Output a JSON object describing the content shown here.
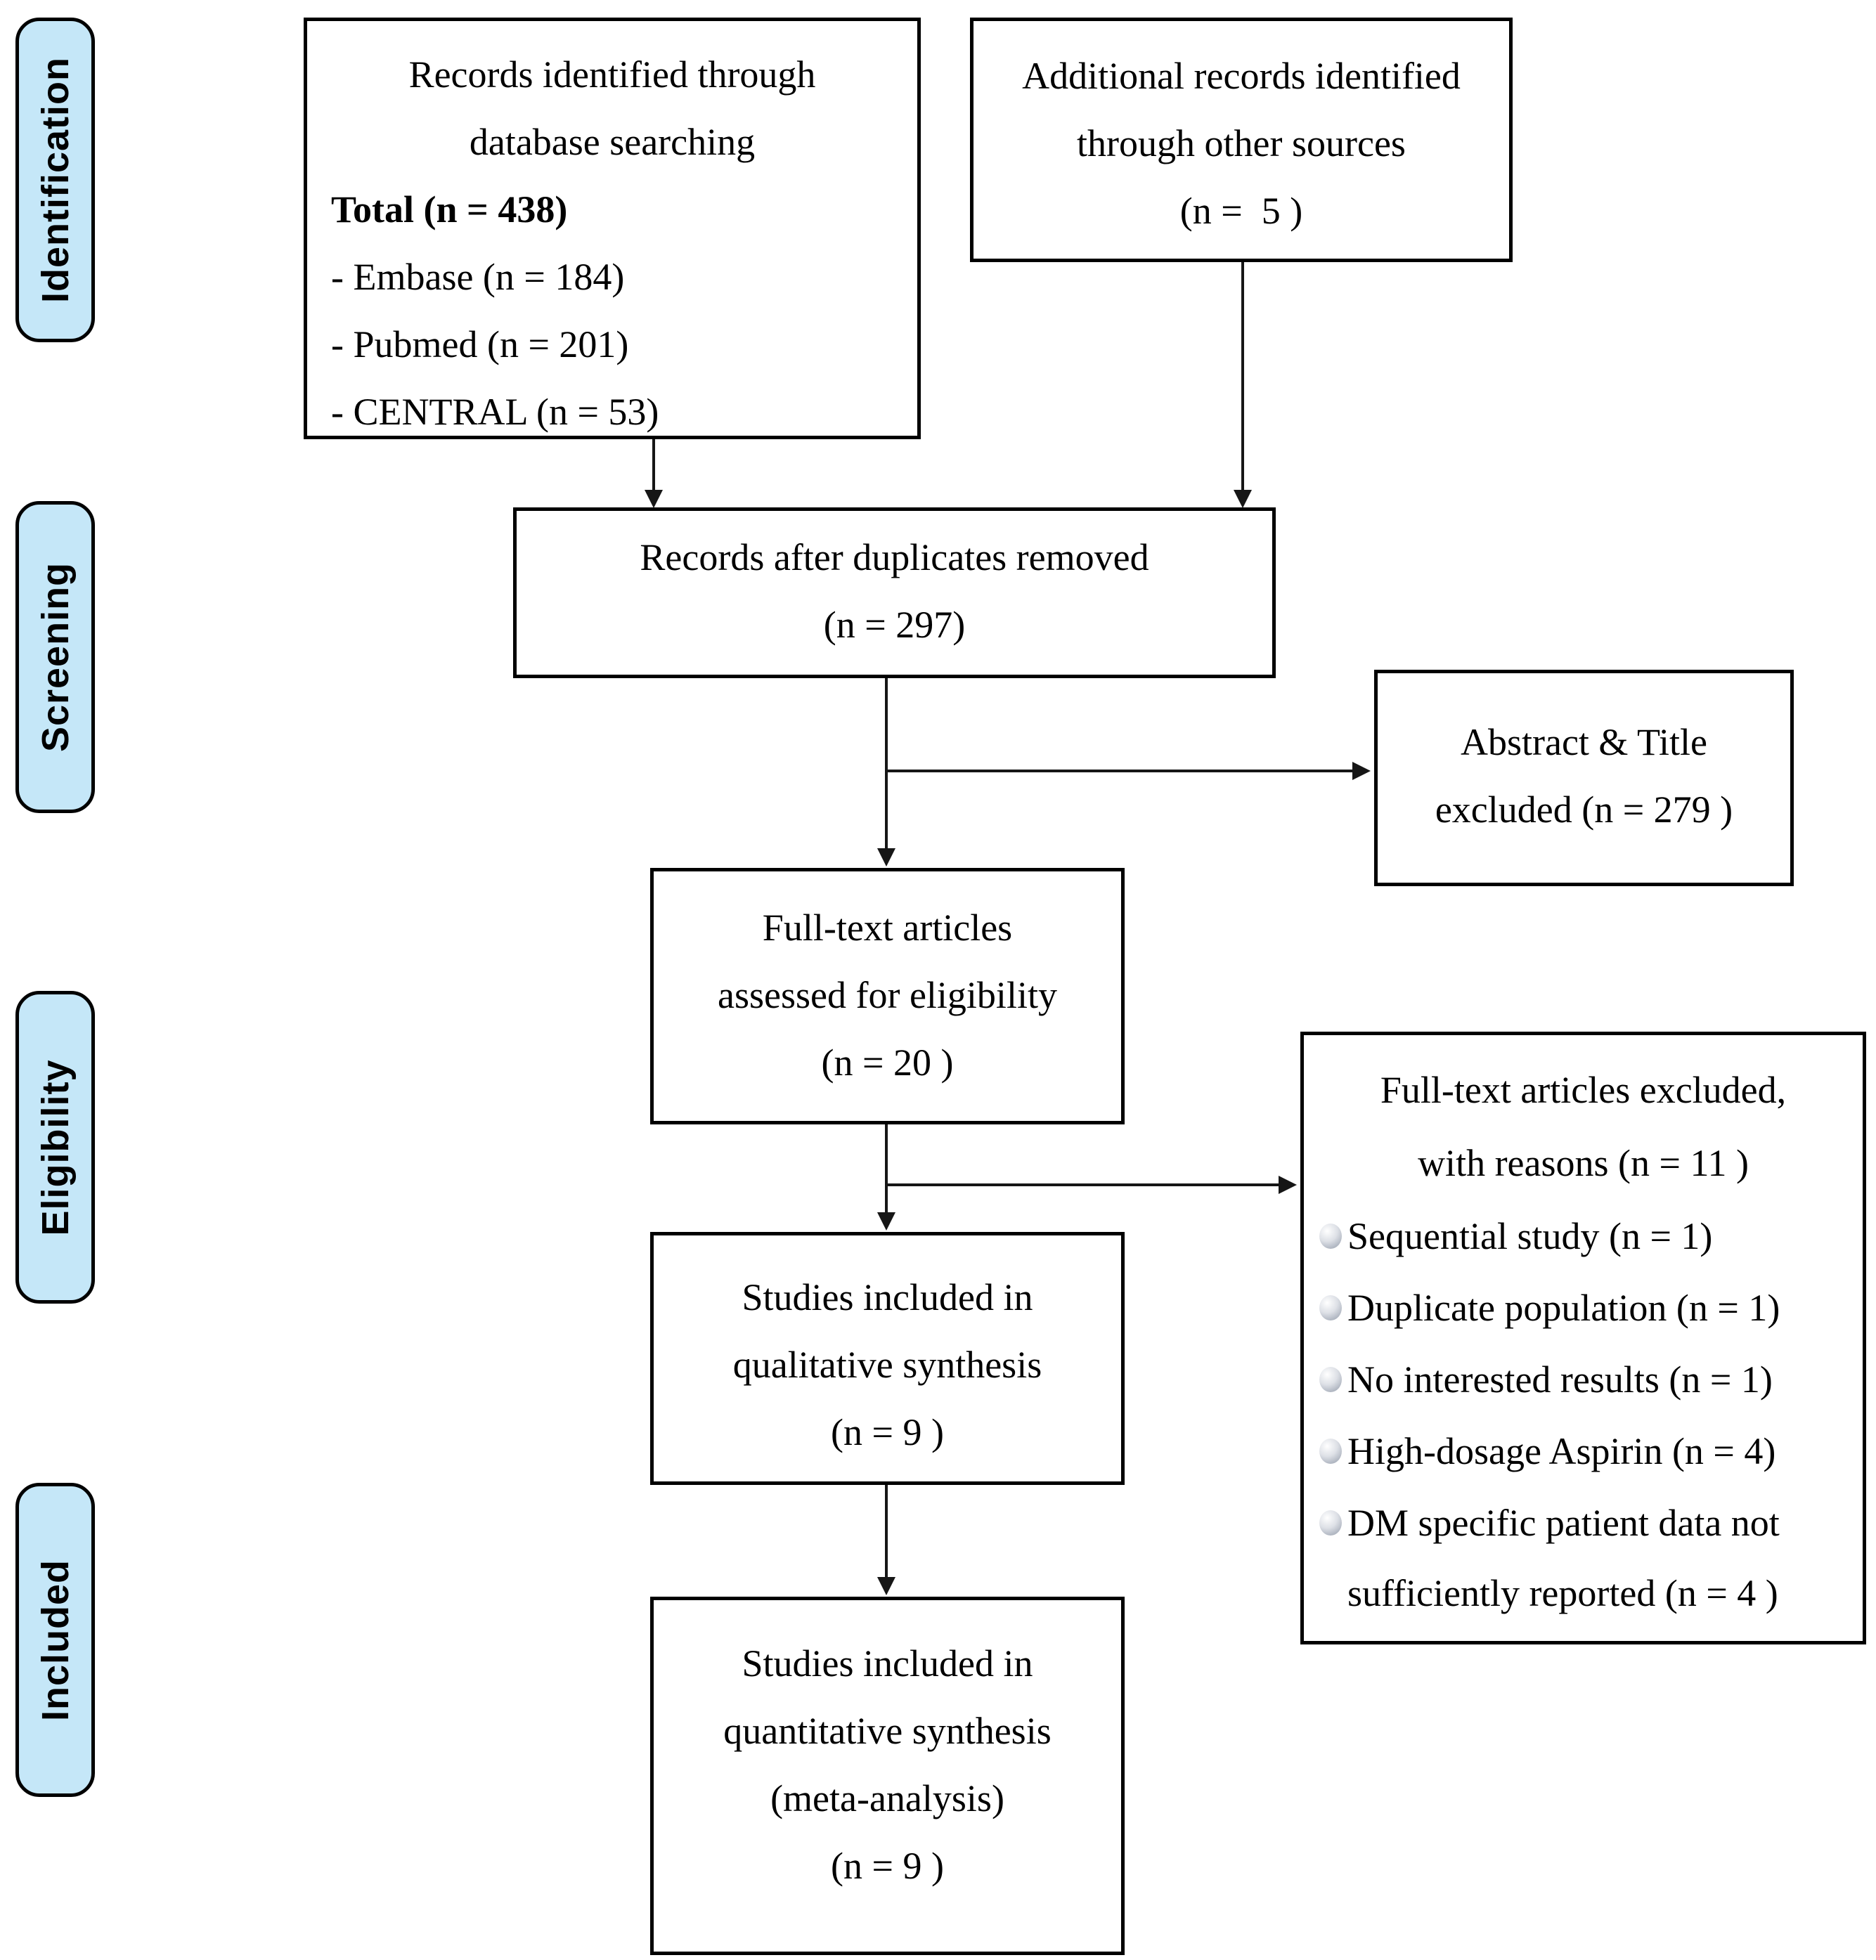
{
  "stages": [
    {
      "label": "Identification"
    },
    {
      "label": "Screening"
    },
    {
      "label": "Eligibility"
    },
    {
      "label": "Included"
    }
  ],
  "boxes": {
    "db_search": {
      "title_lines": [
        "Records identified through",
        "database searching"
      ],
      "total_line": "Total (n = 438)",
      "items": [
        "- Embase (n = 184)",
        "- Pubmed (n = 201)",
        "- CENTRAL (n = 53)"
      ]
    },
    "other_sources": {
      "lines": [
        "Additional records identified",
        "through other sources",
        "(n =  5 )"
      ]
    },
    "dedup": {
      "lines": [
        "Records after duplicates removed",
        "(n = 297)"
      ]
    },
    "abstract_excluded": {
      "lines": [
        "Abstract & Title",
        "excluded (n = 279 )"
      ]
    },
    "fulltext_assessed": {
      "lines": [
        "Full-text articles",
        "assessed for eligibility",
        "(n = 20 )"
      ]
    },
    "fulltext_excluded": {
      "title_lines": [
        "Full-text articles excluded,",
        "with reasons (n = 11 )"
      ],
      "reasons": [
        "Sequential study (n = 1)",
        "Duplicate population (n = 1)",
        "No interested results (n = 1)",
        "High-dosage Aspirin (n = 4)",
        "DM specific patient data not sufficiently reported (n = 4 )"
      ]
    },
    "qualitative": {
      "lines": [
        "Studies included in",
        "qualitative synthesis",
        "(n = 9 )"
      ]
    },
    "quantitative": {
      "lines": [
        "Studies included in",
        "quantitative synthesis",
        "(meta-analysis)",
        "(n = 9 )"
      ]
    }
  },
  "colors": {
    "stage_fill": "#C5E7F8",
    "box_border": "#000000",
    "text": "#000000"
  }
}
